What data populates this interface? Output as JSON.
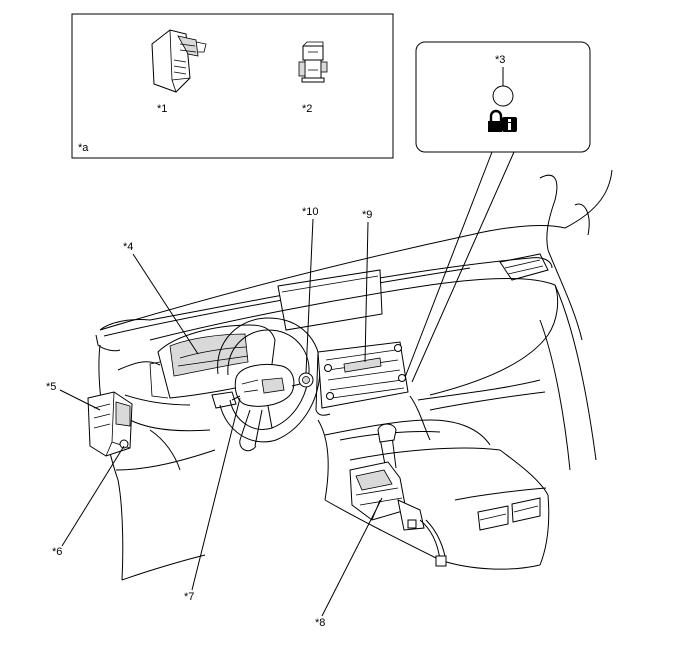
{
  "callouts": {
    "c1": "*1",
    "c2": "*2",
    "c3": "*3",
    "c4": "*4",
    "c5": "*5",
    "c6": "*6",
    "c7": "*7",
    "c8": "*8",
    "c9": "*9",
    "c10": "*10",
    "ca": "*a"
  },
  "icons": {
    "detail_symbol": "circle-icon",
    "lock_symbol": "padlock-info-icon"
  }
}
